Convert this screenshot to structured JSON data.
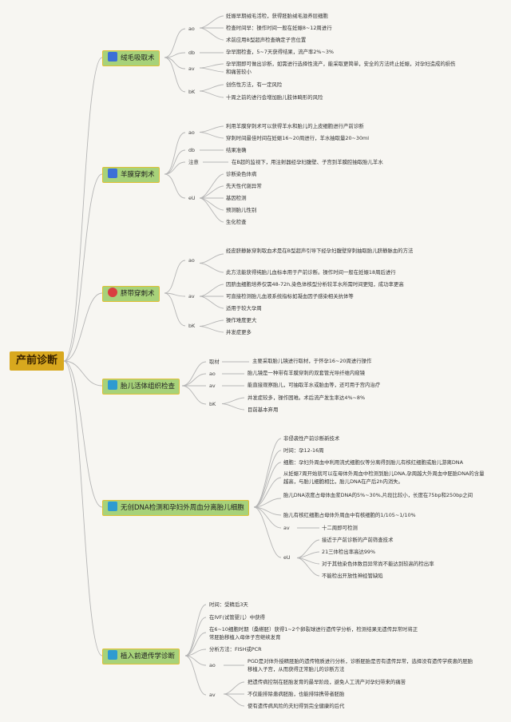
{
  "root": "产前诊断",
  "topics": {
    "t1": "绒毛吸取术",
    "t2": "羊膜穿刺术",
    "t3": "脐带穿刺术",
    "t4": "胎儿活体组织检查",
    "t5": "无创DNA检测和孕妇外周血分离胎儿细胞",
    "t6": "植入前遗传学诊断"
  },
  "tags": {
    "t1_ao": "ao",
    "t1_db": "db",
    "t1_av": "av",
    "t1_bk": "bK",
    "t2_ao": "ao",
    "t2_db": "db",
    "t2_zy": "注意",
    "t2_eu": "eU",
    "t3_ao": "ao",
    "t3_av": "av",
    "t3_bk": "bK",
    "t4_qc": "取材",
    "t4_ao": "ao",
    "t4_av": "av",
    "t4_bk": "bK",
    "t5_av": "av",
    "t5_eu": "eU",
    "t6_ao": "ao",
    "t6_av": "av"
  },
  "leaves": {
    "t1_ao_1": "妊娠早期绒毛活检，获得胚胎绒毛滋养层细胞",
    "t1_ao_2": "检查时间早：操作时间一般在妊娠8~12周进行",
    "t1_ao_3": "术前应用B型超声检查确定子宫位置",
    "t1_db_1": "孕早期检查，5~7天获得结果，流产率2%~3%",
    "t1_av_1": "孕早期即可做出诊断，如需进行选择性流产，能采取更简单，安全的方法终止妊娠，对孕妇造成的损伤和痛苦较小",
    "t1_bk_1": "创伤性方法，有一定风险",
    "t1_bk_2": "十周之前的进行会增加胎儿肢体畸形的风险",
    "t2_ao_1": "利用羊膜穿刺术可以获得羊水和胎儿的上皮细胞进行产前诊断",
    "t2_ao_2": "穿刺时间最佳时间在妊娠16~20周进行，羊水抽取量20~30ml",
    "t2_db_1": "结果准确",
    "t2_zy_1": "在B超的监视下，用注射器经孕妇腹壁、子宫到羊膜腔抽取胎儿羊水",
    "t2_eu_1": "诊断染色体病",
    "t2_eu_2": "先天性代谢异常",
    "t2_eu_3": "基因检测",
    "t2_eu_4": "预测胎儿性别",
    "t2_eu_5": "生化检查",
    "t3_ao_1": "经皮脐静脉穿刺取血术是在B型超声引导下经孕妇腹壁穿刺抽取胎儿脐静脉血的方法",
    "t3_ao_2": "此方法能获得纯胎儿血标本用于产前诊断。操作时间一般在妊娠18周后进行",
    "t3_av_1": "因脐血细胞培养仅需48-72h,染色体核型分析较羊水所需时间更短，成功率更高",
    "t3_av_2": "可直接检测胎儿血液系统指标如凝血因子感染相关抗体等",
    "t3_av_3": "适用于较大孕周",
    "t3_bk_1": "操作难度更大",
    "t3_bk_2": "并发症更多",
    "t4_qc_1": "主要采取胎儿镜进行取材，于怀孕16~20周进行操作",
    "t4_ao_1": "胎儿镜是一种带有羊膜穿刺的双套管光导纤维内窥镜",
    "t4_av_1": "能直接观察胎儿，可抽取羊水或胎血等，还可用于宫内治疗",
    "t4_bk_1": "并发症较多，操作困难。术后流产发生率达4%~8%",
    "t4_bk_2": "目前基本弃用",
    "t5_1": "非侵袭性产前诊断新技术",
    "t5_2": "时间：孕12-16周",
    "t5_3": "细胞：孕妇外周血中利用流式细胞仪等分离得到胎儿有核红细胞或胎儿游离DNA",
    "t5_4": "从妊娠7周开始就可以在母体外周血中检测到胎儿DNA,孕周越大外周血中胚胎DNA的含量越高，与胎儿细胞相比，胎儿DNA在产后2h内消失。",
    "t5_5": "胎儿DNA浓度占母体血浆DNA的5%~30%,片段比较小，长度在75bp和250bp之间",
    "t5_6": "胎儿有核红细胞占母体外周血中有核细胞的1/105~1/10%",
    "t5_av_1": "十二周即可检测",
    "t5_eu_1": "接近于产前诊断的产前筛查技术",
    "t5_eu_2": "21三体检出率高达99%",
    "t5_eu_3": "对于其他染色体数目异常尚不能达到较高的检出率",
    "t5_eu_4": "不能检出开放性神经管缺陷",
    "t6_1": "时间：受精后3天",
    "t6_2": "在IVF(试管婴儿）中获得",
    "t6_3": "在6~10细胞时期（桑椹胚）获得1~2个卵裂球进行遗传学分析，检测结果无遗传异常时将正常胚胎移植入母体子宫继续发育",
    "t6_4": "分析方法：FISH或PCR",
    "t6_ao_1": "PGD是对体外授精胚胎的遗传物质进行分析，诊断胚胎是否有遗传异常，选择没有遗传学疾患的胚胎移植入子宫，从而获得正常胎儿的诊断方法",
    "t6_av_1": "把遗传病控制在胚胎发育的最早阶段，避免人工流产对孕妇带来的痛苦",
    "t6_av_2": "不仅能排除患病胚胎，也能排除携带者胚胎",
    "t6_av_3": "使有遗传病风险的夫妇得到完全健康的后代"
  },
  "colors": {
    "root": "#d8a81e",
    "topic_fill": "#a7d27a",
    "topic_border": "#e0c035",
    "line": "#b5b5b5"
  },
  "icons": {
    "t1": "square-blue-icon",
    "t2": "square-blue-icon",
    "t3": "red-circle-icon",
    "t4": "square-teal-icon",
    "t5": "square-teal-icon",
    "t6": "square-teal-icon"
  }
}
